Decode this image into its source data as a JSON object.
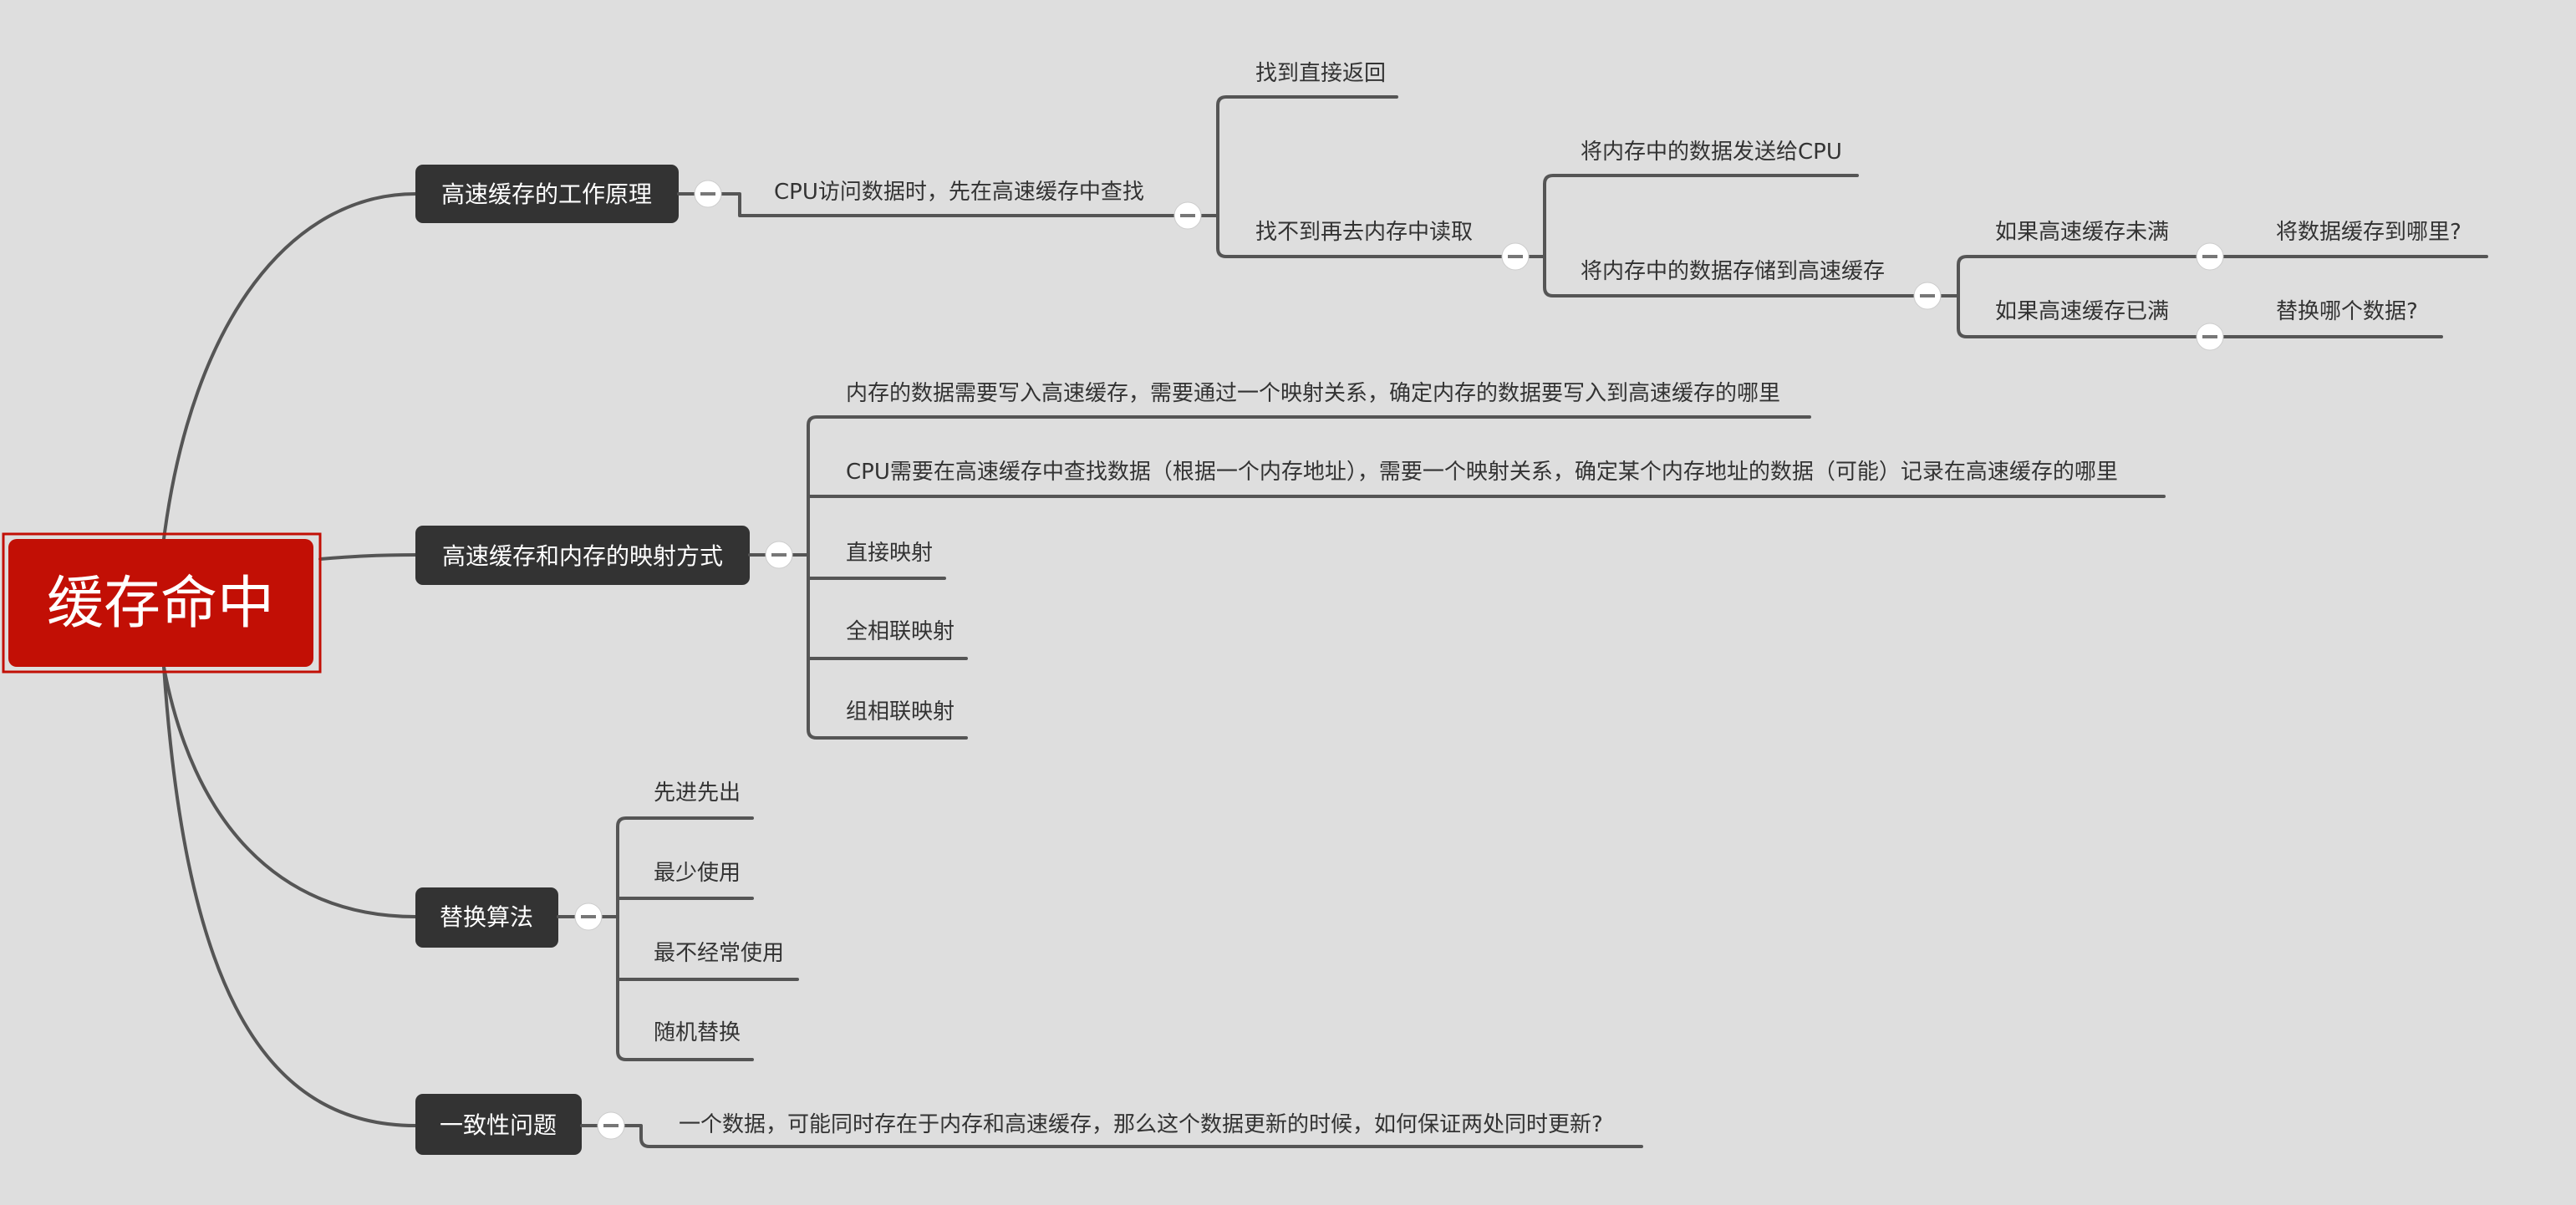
{
  "root": {
    "label": "缓存命中",
    "color": "#c20f05"
  },
  "branches": [
    {
      "label": "高速缓存的工作原理",
      "child": "CPU访问数据时，先在高速缓存中查找",
      "found": "找到直接返回",
      "not_found": "找不到再去内存中读取",
      "send_cpu": "将内存中的数据发送给CPU",
      "store_cache": "将内存中的数据存储到高速缓存",
      "not_full": "如果高速缓存未满",
      "not_full_q": "将数据缓存到哪里?",
      "full": "如果高速缓存已满",
      "full_q": "替换哪个数据?"
    },
    {
      "label": "高速缓存和内存的映射方式",
      "items": [
        "内存的数据需要写入高速缓存，需要通过一个映射关系，确定内存的数据要写入到高速缓存的哪里",
        "CPU需要在高速缓存中查找数据（根据一个内存地址），需要一个映射关系，确定某个内存地址的数据（可能）记录在高速缓存的哪里",
        "直接映射",
        "全相联映射",
        "组相联映射"
      ]
    },
    {
      "label": "替换算法",
      "items": [
        "先进先出",
        "最少使用",
        "最不经常使用",
        "随机替换"
      ]
    },
    {
      "label": "一致性问题",
      "items": [
        "一个数据，可能同时存在于内存和高速缓存，那么这个数据更新的时候，如何保证两处同时更新?"
      ]
    }
  ]
}
